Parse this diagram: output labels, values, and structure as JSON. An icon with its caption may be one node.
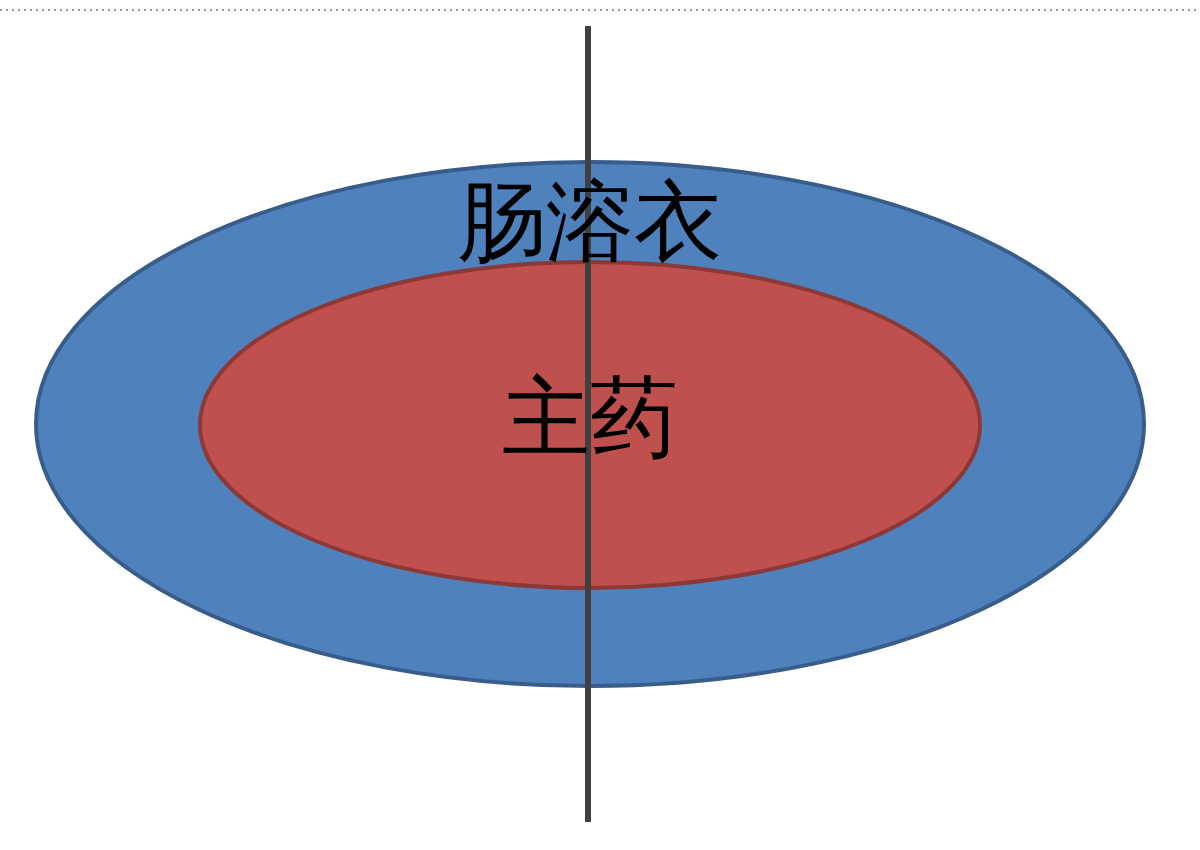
{
  "diagram": {
    "nodes": [
      {
        "text": [
          "肠溶衣"
        ]
      },
      {
        "text": [
          "主药"
        ],
        "in": 0
      }
    ]
  }
}
